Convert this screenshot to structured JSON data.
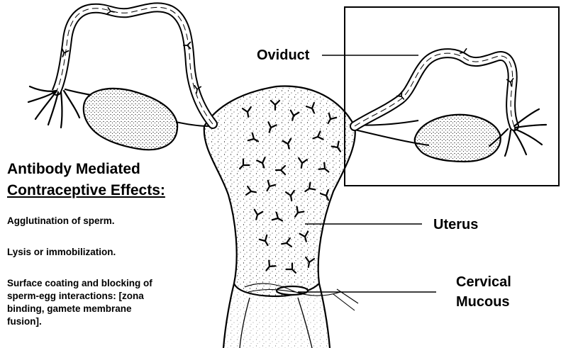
{
  "heading": {
    "line1": "Antibody Mediated",
    "line2": "Contraceptive Effects:"
  },
  "effects": [
    {
      "text": "Agglutination of sperm."
    },
    {
      "text": "Lysis or immobilization."
    },
    {
      "lines": [
        "Surface coating and blocking of",
        "sperm-egg interactions:  [zona",
        "binding, gamete membrane",
        "fusion]."
      ]
    }
  ],
  "labels": {
    "oviduct": "Oviduct",
    "uterus": "Uterus",
    "cervical_line1": "Cervical",
    "cervical_line2": "Mucous"
  },
  "colors": {
    "ink": "#000000",
    "background": "#ffffff"
  },
  "icons": [
    "antibody-y-icon"
  ]
}
